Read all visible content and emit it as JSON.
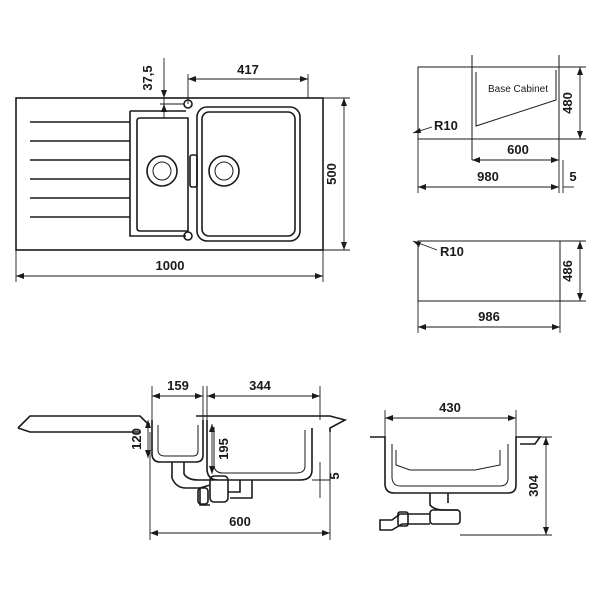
{
  "top_view": {
    "width_label": "1000",
    "depth_label": "500",
    "bowl_width_label": "417",
    "offset_label": "37,5"
  },
  "cabinet_view": {
    "cabinet_label": "Base Cabinet",
    "radius_label": "R10",
    "cabinet_width_label": "600",
    "cutout_width_label": "980",
    "height_label": "480",
    "gap_label": "5"
  },
  "cutout_view": {
    "radius_label": "R10",
    "width_label": "986",
    "depth_label": "486"
  },
  "section_view": {
    "small_bowl_label": "159",
    "bowl_label": "344",
    "small_depth_label": "120",
    "bowl_depth_label": "195",
    "rim_label": "5",
    "cabinet_label": "600"
  },
  "side_view": {
    "width_label": "430",
    "height_label": "304"
  }
}
